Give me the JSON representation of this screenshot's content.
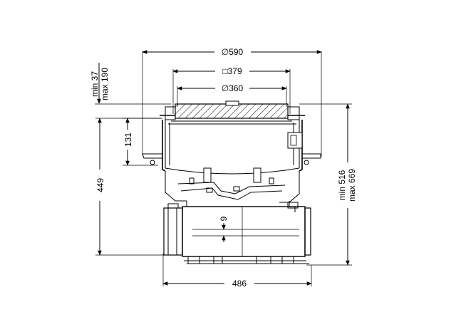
{
  "drawing": {
    "dimensions": {
      "top_outer_diameter": "590",
      "frame_square": "379",
      "inner_diameter": "360",
      "frame_height": "131",
      "total_height": "449",
      "install_depth_min": "min 516",
      "install_depth_max": "max 669",
      "adjust_min": "min 37",
      "adjust_max": "max 190",
      "small_gap": "9",
      "base_width": "486"
    },
    "symbols": {
      "diameter": "∅",
      "square": "□"
    }
  }
}
